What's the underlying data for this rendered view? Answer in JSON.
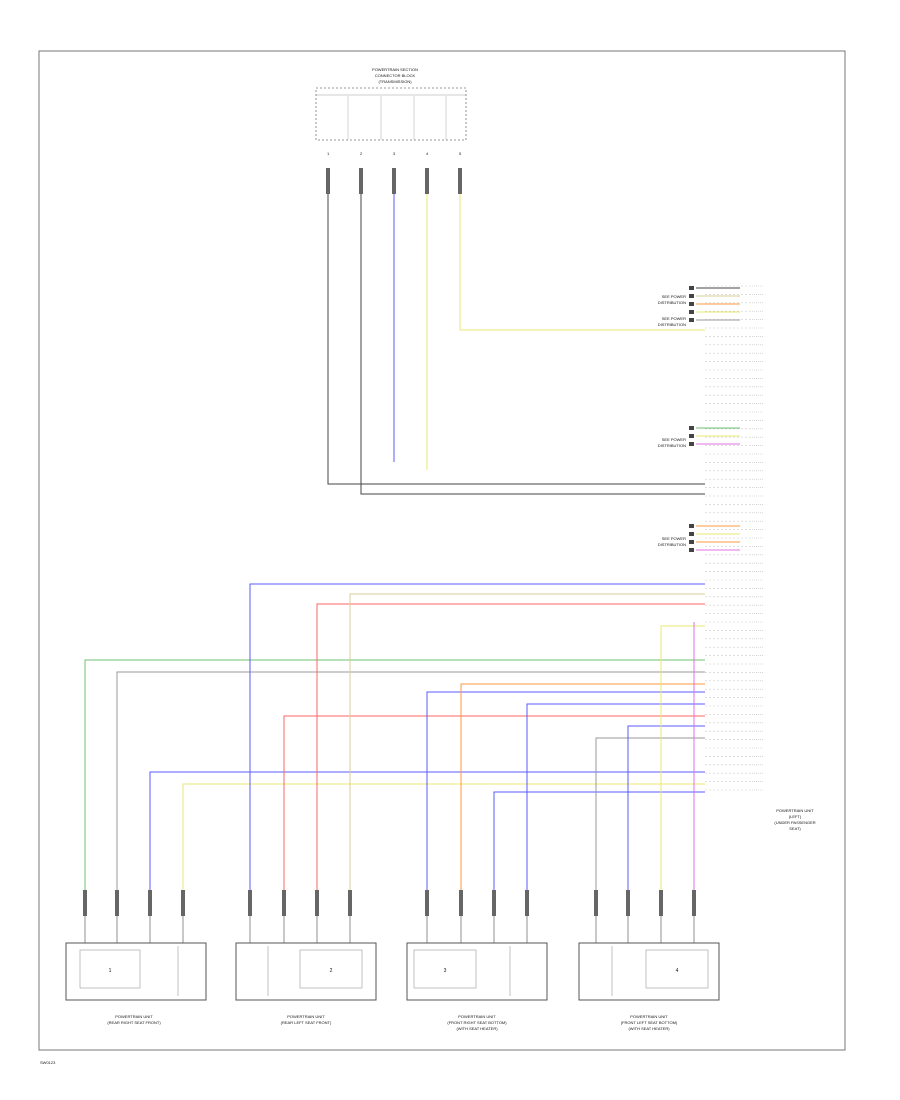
{
  "page_label": "SW0123",
  "top_component": {
    "title_lines": [
      "POWERTRAIN SECTION",
      "CONNECTOR BLOCK",
      "(TRANSMISSION)"
    ],
    "pin_numbers": [
      "1",
      "2",
      "3",
      "4",
      "5"
    ]
  },
  "main_module": {
    "label_lines": [
      "POWERTRAIN UNIT",
      "(LEFT)",
      "(UNDER PASSENGER",
      "SEAT)"
    ]
  },
  "wire_colors": {
    "black": "#444444",
    "gray": "#9a9a9a",
    "blue": "#5b5bff",
    "yellow": "#e8e870",
    "pink": "#e070e0",
    "green": "#70c070",
    "red": "#ff6666",
    "orange": "#ff9a40",
    "tan": "#d8cf9a"
  },
  "side_labels": [
    {
      "group": "g1",
      "lines": [
        "SEE POWER",
        "DISTRIBUTION"
      ]
    },
    {
      "group": "g1b",
      "lines": [
        "SEE POWER",
        "DISTRIBUTION"
      ]
    },
    {
      "group": "g2",
      "lines": [
        "SEE POWER",
        "DISTRIBUTION"
      ]
    },
    {
      "group": "g3",
      "lines": [
        "SEE POWER",
        "DISTRIBUTION"
      ]
    }
  ],
  "bottom_components": [
    {
      "id": "c1",
      "number": "1",
      "label_lines": [
        "POWERTRAIN UNIT",
        "(REAR RIGHT SEAT FRONT)"
      ]
    },
    {
      "id": "c2",
      "number": "2",
      "label_lines": [
        "POWERTRAIN UNIT",
        "(REAR LEFT SEAT FRONT)"
      ]
    },
    {
      "id": "c3",
      "number": "3",
      "label_lines": [
        "POWERTRAIN UNIT",
        "(FRONT RIGHT SEAT BOTTOM)",
        "(WITH SEAT HEATER)"
      ]
    },
    {
      "id": "c4",
      "number": "4",
      "label_lines": [
        "POWERTRAIN UNIT",
        "(FRONT LEFT SEAT BOTTOM)",
        "(WITH SEAT HEATER)"
      ]
    }
  ]
}
